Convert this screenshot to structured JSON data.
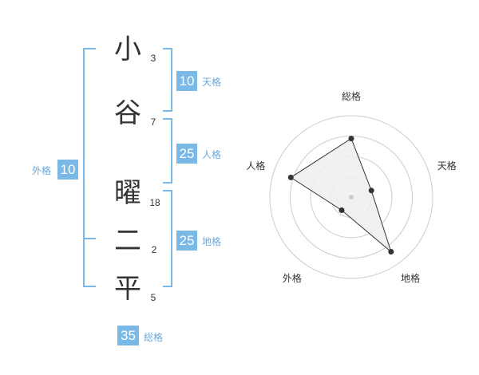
{
  "name_chars": [
    {
      "char": "小",
      "strokes": "3"
    },
    {
      "char": "谷",
      "strokes": "7"
    },
    {
      "char": "曜",
      "strokes": "18"
    },
    {
      "char": "二",
      "strokes": "2"
    },
    {
      "char": "平",
      "strokes": "5"
    }
  ],
  "fortunes": {
    "tenkaku": {
      "value": "10",
      "label": "天格"
    },
    "jinkaku": {
      "value": "25",
      "label": "人格"
    },
    "chikaku": {
      "value": "25",
      "label": "地格"
    },
    "gaikaku": {
      "value": "10",
      "label": "外格"
    },
    "soukaku": {
      "value": "35",
      "label": "総格"
    }
  },
  "colors": {
    "accent": "#7ab8e6",
    "label_text": "#6aa9dc",
    "ring": "#cccccc",
    "polygon_fill": "#eeeeee"
  },
  "chart_data": {
    "type": "radar",
    "axes": [
      "総格",
      "天格",
      "地格",
      "外格",
      "人格"
    ],
    "values": [
      0.72,
      0.26,
      0.83,
      0.2,
      0.78
    ],
    "range": [
      0,
      1
    ],
    "rings": 4
  }
}
